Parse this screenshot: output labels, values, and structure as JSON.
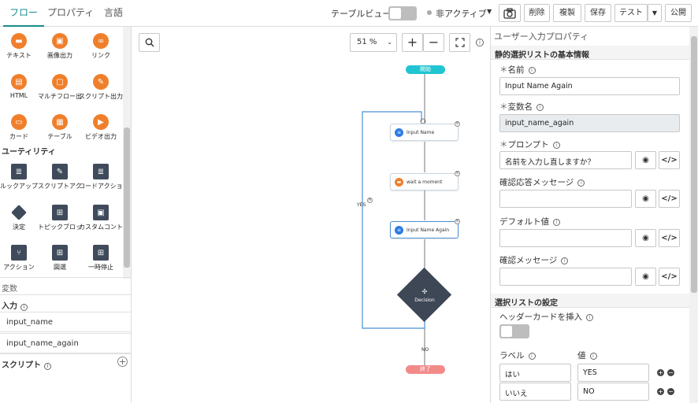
{
  "tabs": [
    {
      "label": "フロー"
    },
    {
      "label": "プロパティ"
    },
    {
      "label": "言語"
    }
  ],
  "toolbar": {
    "table_view_label": "テーブルビュー",
    "status_label": "非アクティブ",
    "delete_label": "削除",
    "duplicate_label": "複製",
    "save_label": "保存",
    "test_label": "テスト",
    "publish_label": "公開"
  },
  "tools": {
    "row1": [
      {
        "label": "テキスト",
        "icon": "text-icon"
      },
      {
        "label": "画像出力",
        "icon": "image-icon"
      },
      {
        "label": "リンク",
        "icon": "link-icon"
      }
    ],
    "row2": [
      {
        "label": "HTML",
        "icon": "html-icon"
      },
      {
        "label": "マルチフロー出力",
        "icon": "multiflow-icon"
      },
      {
        "label": "スクリプト出力",
        "icon": "script-output-icon"
      }
    ],
    "row3": [
      {
        "label": "カード",
        "icon": "card-icon"
      },
      {
        "label": "テーブル",
        "icon": "table-icon"
      },
      {
        "label": "ビデオ出力",
        "icon": "video-icon"
      }
    ],
    "utility_title": "ユーティリティ",
    "row4": [
      {
        "label": "ルックアップ",
        "icon": "lookup-icon"
      },
      {
        "label": "スクリプトアクション",
        "icon": "script-action-icon"
      },
      {
        "label": "コードアクション",
        "icon": "code-action-icon"
      }
    ],
    "row5": [
      {
        "label": "決定",
        "icon": "decision-icon"
      },
      {
        "label": "トピックブロック",
        "icon": "topic-block-icon"
      },
      {
        "label": "カスタムコントロール",
        "icon": "custom-control-icon"
      }
    ],
    "row6": [
      {
        "label": "アクション",
        "icon": "action-icon"
      },
      {
        "label": "図選",
        "icon": "grid-icon"
      },
      {
        "label": "一時停止",
        "icon": "pause-icon"
      }
    ]
  },
  "variables": {
    "title": "変数",
    "input_title": "入力",
    "inputs": [
      "input_name",
      "input_name_again"
    ],
    "script_title": "スクリプト"
  },
  "canvas": {
    "zoom": "51 %",
    "start_label": "開始",
    "end_label": "終了",
    "nodes": [
      "Input Name",
      "wait a moment",
      "Input Name Again"
    ],
    "decision_label": "Decision",
    "yes_label": "YES",
    "no_label": "NO"
  },
  "props": {
    "title": "ユーザー入力プロパティ",
    "basic_section": "静的選択リストの基本情報",
    "name_label": "名前",
    "name_value": "Input Name Again",
    "var_label": "変数名",
    "var_value": "input_name_again",
    "prompt_label": "プロンプト",
    "prompt_value": "名前を入力し直しますか？",
    "confirm_resp_label": "確認応答メッセージ",
    "default_label": "デフォルト値",
    "confirm_msg_label": "確認メッセージ",
    "list_section": "選択リストの設定",
    "header_card_label": "ヘッダーカードを挿入",
    "label_col": "ラベル",
    "value_col": "値",
    "rows": [
      {
        "label": "はい",
        "value": "YES"
      },
      {
        "label": "いいえ",
        "value": "NO"
      }
    ]
  },
  "colors": {
    "accent": "#1b8c8c",
    "tool_orange": "#f07f2c",
    "tool_dark": "#3f4b5b",
    "start_pill": "#21c4d1",
    "end_pill": "#f28a8a",
    "decision": "#3d4756",
    "loop_line": "#4a8fd6"
  }
}
